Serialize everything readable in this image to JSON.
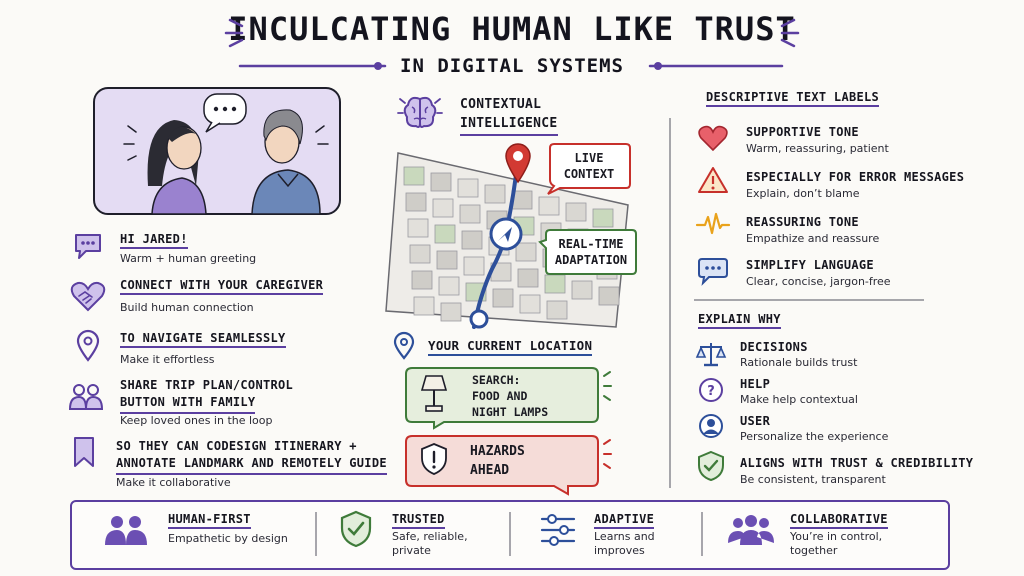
{
  "header": {
    "title": "INCULCATING HUMAN LIKE TRUST",
    "subtitle": "IN DIGITAL SYSTEMS"
  },
  "left": {
    "items": [
      {
        "title": "HI JARED!",
        "desc": "Warm + human greeting",
        "icon": "chat-bubble-icon"
      },
      {
        "title": "CONNECT WITH YOUR CAREGIVER",
        "desc": "Build human connection",
        "icon": "handshake-heart-icon"
      },
      {
        "title": "TO NAVIGATE SEAMLESSLY",
        "desc": "Make it effortless",
        "icon": "location-pin-icon"
      },
      {
        "title": "SHARE TRIP PLAN/CONTROL",
        "title2": "BUTTON WITH FAMILY",
        "desc": "Keep loved ones in the loop",
        "icon": "family-icon"
      },
      {
        "title": "SO THEY CAN CODESIGN ITINERARY +",
        "title2": "ANNOTATE LANDMARK AND REMOTELY GUIDE",
        "desc": "Make it collaborative",
        "icon": "bookmark-icon"
      }
    ]
  },
  "center": {
    "contextual_label": "CONTEXTUAL",
    "contextual_label2": "INTELLIGENCE",
    "live_context": "LIVE\nCONTEXT",
    "realtime": "REAL-TIME\nADAPTATION",
    "current_location": "YOUR CURRENT LOCATION",
    "search_card": "SEARCH:\nFOOD AND\nNIGHT LAMPS",
    "hazard_card": "HAZARDS\nAHEAD"
  },
  "right": {
    "labels_heading": "DESCRIPTIVE TEXT LABELS",
    "labels": [
      {
        "title": "SUPPORTIVE TONE",
        "desc": "Warm, reassuring, patient",
        "icon": "heart-icon"
      },
      {
        "title": "ESPECIALLY FOR ERROR MESSAGES",
        "desc": "Explain, don’t blame",
        "icon": "warning-icon"
      },
      {
        "title": "REASSURING TONE",
        "desc": "Empathize and reassure",
        "icon": "pulse-icon"
      },
      {
        "title": "SIMPLIFY LANGUAGE",
        "desc": "Clear, concise, jargon-free",
        "icon": "speech-bubble-icon"
      }
    ],
    "why_heading": "EXPLAIN WHY",
    "why": [
      {
        "title": "DECISIONS",
        "desc": "Rationale builds trust",
        "icon": "scales-icon"
      },
      {
        "title": "HELP",
        "desc": "Make help contextual",
        "icon": "help-icon"
      },
      {
        "title": "USER",
        "desc": "Personalize the experience",
        "icon": "user-icon"
      },
      {
        "title": "ALIGNS WITH TRUST & CREDIBILITY",
        "desc": "Be consistent, transparent",
        "icon": "shield-check-icon"
      }
    ]
  },
  "footer": {
    "items": [
      {
        "title": "HUMAN-FIRST",
        "desc": "Empathetic by design",
        "icon": "people-icon"
      },
      {
        "title": "TRUSTED",
        "desc": "Safe, reliable,\nprivate",
        "icon": "shield-check-icon"
      },
      {
        "title": "ADAPTIVE",
        "desc": "Learns and\nimproves",
        "icon": "sliders-icon"
      },
      {
        "title": "COLLABORATIVE",
        "desc": "You’re in control,\ntogether",
        "icon": "group-icon"
      }
    ]
  },
  "colors": {
    "purple": "#5b3fa0",
    "red": "#c7302b",
    "green": "#3f7b3a",
    "blue": "#2d4f9a"
  }
}
